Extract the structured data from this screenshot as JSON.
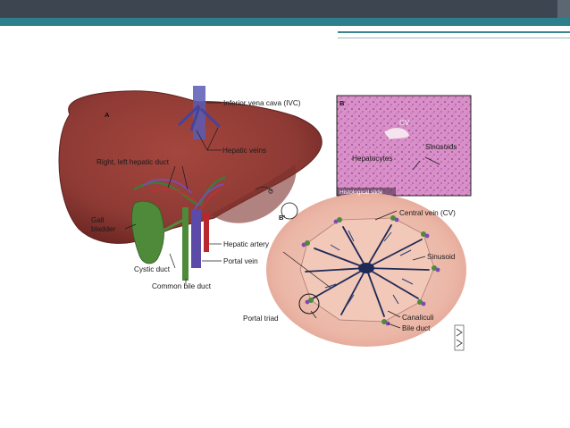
{
  "labels": {
    "panel_a": "A",
    "panel_b": "B",
    "panel_b_prime": "B'",
    "inferior_vena_cava": "Inferior vena cava (IVC)",
    "hepatic_veins": "Hepatic veins",
    "right_left_hepatic_duct": "Right, left hepatic duct",
    "gall": "Gall",
    "bladder": "bladder",
    "cystic_duct": "Cystic duct",
    "common_bile_duct": "Common bile duct",
    "hepatic_artery": "Hepatic artery",
    "portal_vein": "Portal vein",
    "cv": "CV",
    "sinusoids": "Sinusoids",
    "hepatocytes": "Hepatocytes",
    "histological_slide": "Histological slide",
    "central_vein": "Central vein (CV)",
    "sinusoid": "Sinusoid",
    "portal_triad": "Portal triad",
    "canaliculi": "Canaliculi",
    "bile_duct": "Bile duct"
  },
  "colors": {
    "liver": "#8e3a34",
    "liver_dark": "#6e2724",
    "histology": "#d88fc6",
    "lobule_bg": "#f0c8bc",
    "lobule_center": "#1d2a58",
    "header_dark": "#3d4650",
    "header_teal": "#2e7f8c"
  }
}
